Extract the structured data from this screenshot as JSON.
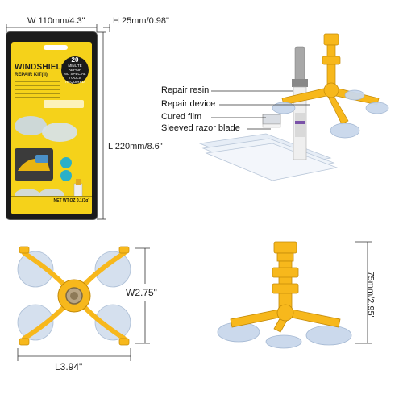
{
  "dimensions": {
    "package_width": "W 110mm/4.3\"",
    "package_height": "H 25mm/0.98\"",
    "package_length": "L 220mm/8.6\"",
    "tool_width": "W2.75\"",
    "tool_length": "L3.94\"",
    "tool_height": "75mm/2.95\""
  },
  "package": {
    "brand": "WINDSHIELD",
    "subtitle": "REPAIR KIT(II)",
    "badge_line1": "20",
    "badge_line2": "MINUTE REPAIR",
    "badge_line3": "NO SPECIAL TOOLS",
    "badge_line4": "REQUIRED",
    "net_weight": "NET WT.OZ 0.1(3g)"
  },
  "callouts": {
    "resin": "Repair resin",
    "device": "Repair device",
    "film": "Cured film",
    "blade": "Sleeved razor blade"
  },
  "colors": {
    "tool_yellow": "#f7b81c",
    "package_yellow": "#f5d21a",
    "suction_cup": "#c9d8ec"
  }
}
